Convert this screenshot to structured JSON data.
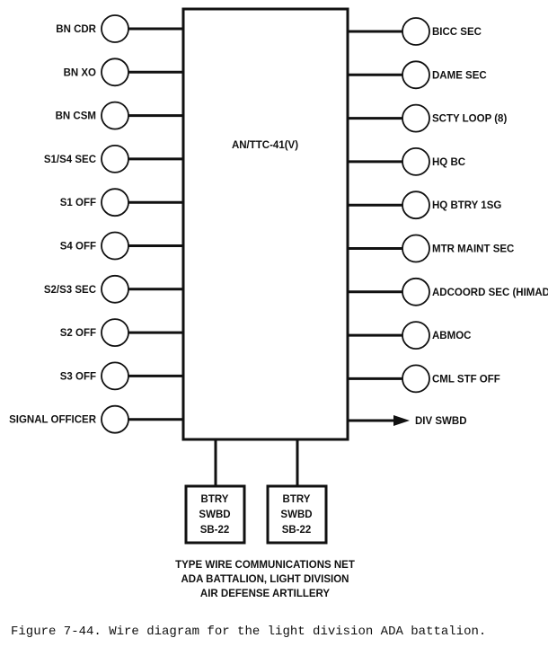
{
  "center_box": {
    "label": "AN/TTC-41(V)"
  },
  "left_nodes": [
    "BN CDR",
    "BN XO",
    "BN CSM",
    "S1/S4 SEC",
    "S1 OFF",
    "S4 OFF",
    "S2/S3 SEC",
    "S2 OFF",
    "S3 OFF",
    "SIGNAL OFFICER"
  ],
  "right_nodes": [
    "BICC SEC",
    "DAME SEC",
    "SCTY LOOP (8)",
    "HQ BC",
    "HQ BTRY 1SG",
    "MTR MAINT SEC",
    "ADCOORD SEC (HIMAD)",
    "ABMOC",
    "CML STF OFF"
  ],
  "arrow_target": "DIV SWBD",
  "switchboards": [
    [
      "BTRY",
      "SWBD",
      "SB-22"
    ],
    [
      "BTRY",
      "SWBD",
      "SB-22"
    ]
  ],
  "title_lines": [
    "TYPE WIRE COMMUNICATIONS NET",
    "ADA BATTALION, LIGHT DIVISION",
    "AIR DEFENSE ARTILLERY"
  ],
  "caption": "Figure 7-44. Wire diagram for the light division ADA battalion."
}
